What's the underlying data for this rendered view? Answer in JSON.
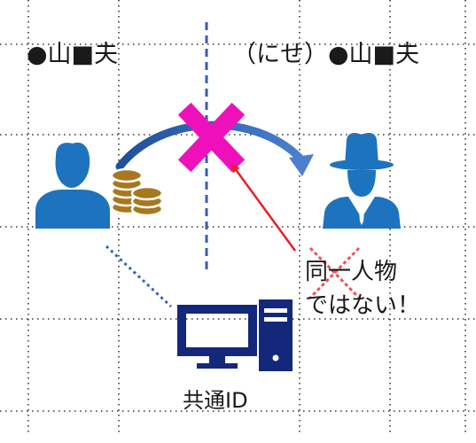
{
  "left_person": {
    "name": "●山■夫",
    "icon": "person-icon"
  },
  "right_person": {
    "name": "（にせ）●山■夫",
    "icon": "disguised-person-icon"
  },
  "coins": {
    "icon": "coins-icon"
  },
  "transfer": {
    "icon": "curved-arrow-icon",
    "blocked_icon": "cross-icon",
    "blocked_color": "#ee11bb"
  },
  "note": {
    "line1": "同一人物",
    "line2": "ではない！",
    "strike_icon": "strike-x-icon",
    "arrow_color": "#ee1c24"
  },
  "terminal": {
    "label": "共通ID",
    "icon": "desktop-computer-icon"
  },
  "colors": {
    "icon_blue": "#1e73be",
    "dark_navy": "#13287a",
    "coin_gold": "#a8781f",
    "divider_blue": "#3a5bb0",
    "link_dotted": "#2e62b8"
  }
}
